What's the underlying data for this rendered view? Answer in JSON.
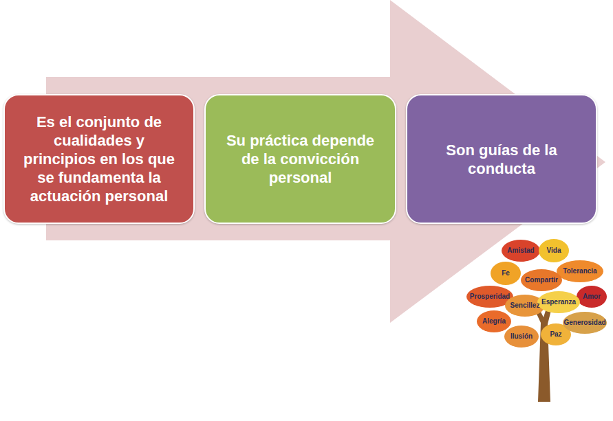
{
  "diagram": {
    "nodes": [
      {
        "text": [
          "Es el conjunto de cualidades y principios en los que se fundamenta la actuación personal"
        ]
      },
      {
        "text": [
          "Su práctica depende de la convicción personal"
        ]
      },
      {
        "text": [
          "Son guías de la conducta"
        ]
      }
    ],
    "labels": [
      "Amistad",
      "Vida",
      "Tolerancia",
      "Fe",
      "Compartir",
      "Amor",
      "Prosperidad",
      "Sencillez",
      "Esperanza",
      "Alegría",
      "Ilusión",
      "Paz",
      "Generosidad"
    ]
  }
}
